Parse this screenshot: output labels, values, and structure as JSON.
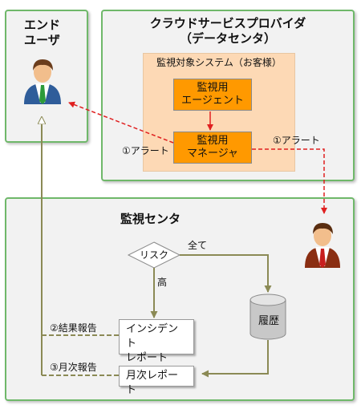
{
  "end_user": {
    "title_line1": "エンド",
    "title_line2": "ユーザ"
  },
  "provider": {
    "title_line1": "クラウドサービスプロバイダ",
    "title_line2": "（データセンタ）"
  },
  "monitored_system": {
    "label": "監視対象システム（お客様）",
    "agent_line1": "監視用",
    "agent_line2": "エージェント",
    "manager_line1": "監視用",
    "manager_line2": "マネージャ"
  },
  "monitoring_center": {
    "title": "監視センタ",
    "risk": "リスク",
    "branch_all": "全て",
    "branch_high": "高",
    "history": "履歴",
    "incident_line1": "インシデント",
    "incident_line2": "レポート",
    "monthly_report": "月次レポート"
  },
  "flows": {
    "alert_left": "①アラート",
    "alert_right": "①アラート",
    "result_report": "②結果報告",
    "monthly_report": "③月次報告"
  },
  "colors": {
    "panel_border": "#6fb86a",
    "panel_fill": "#f2f2f2",
    "system_fill": "#fdd9b5",
    "component_fill": "#ff9900",
    "alert_line": "#e02020",
    "report_line": "#8b8a55"
  },
  "icons": {
    "end_user": "person-icon",
    "operator": "person-icon",
    "history": "database-icon"
  }
}
